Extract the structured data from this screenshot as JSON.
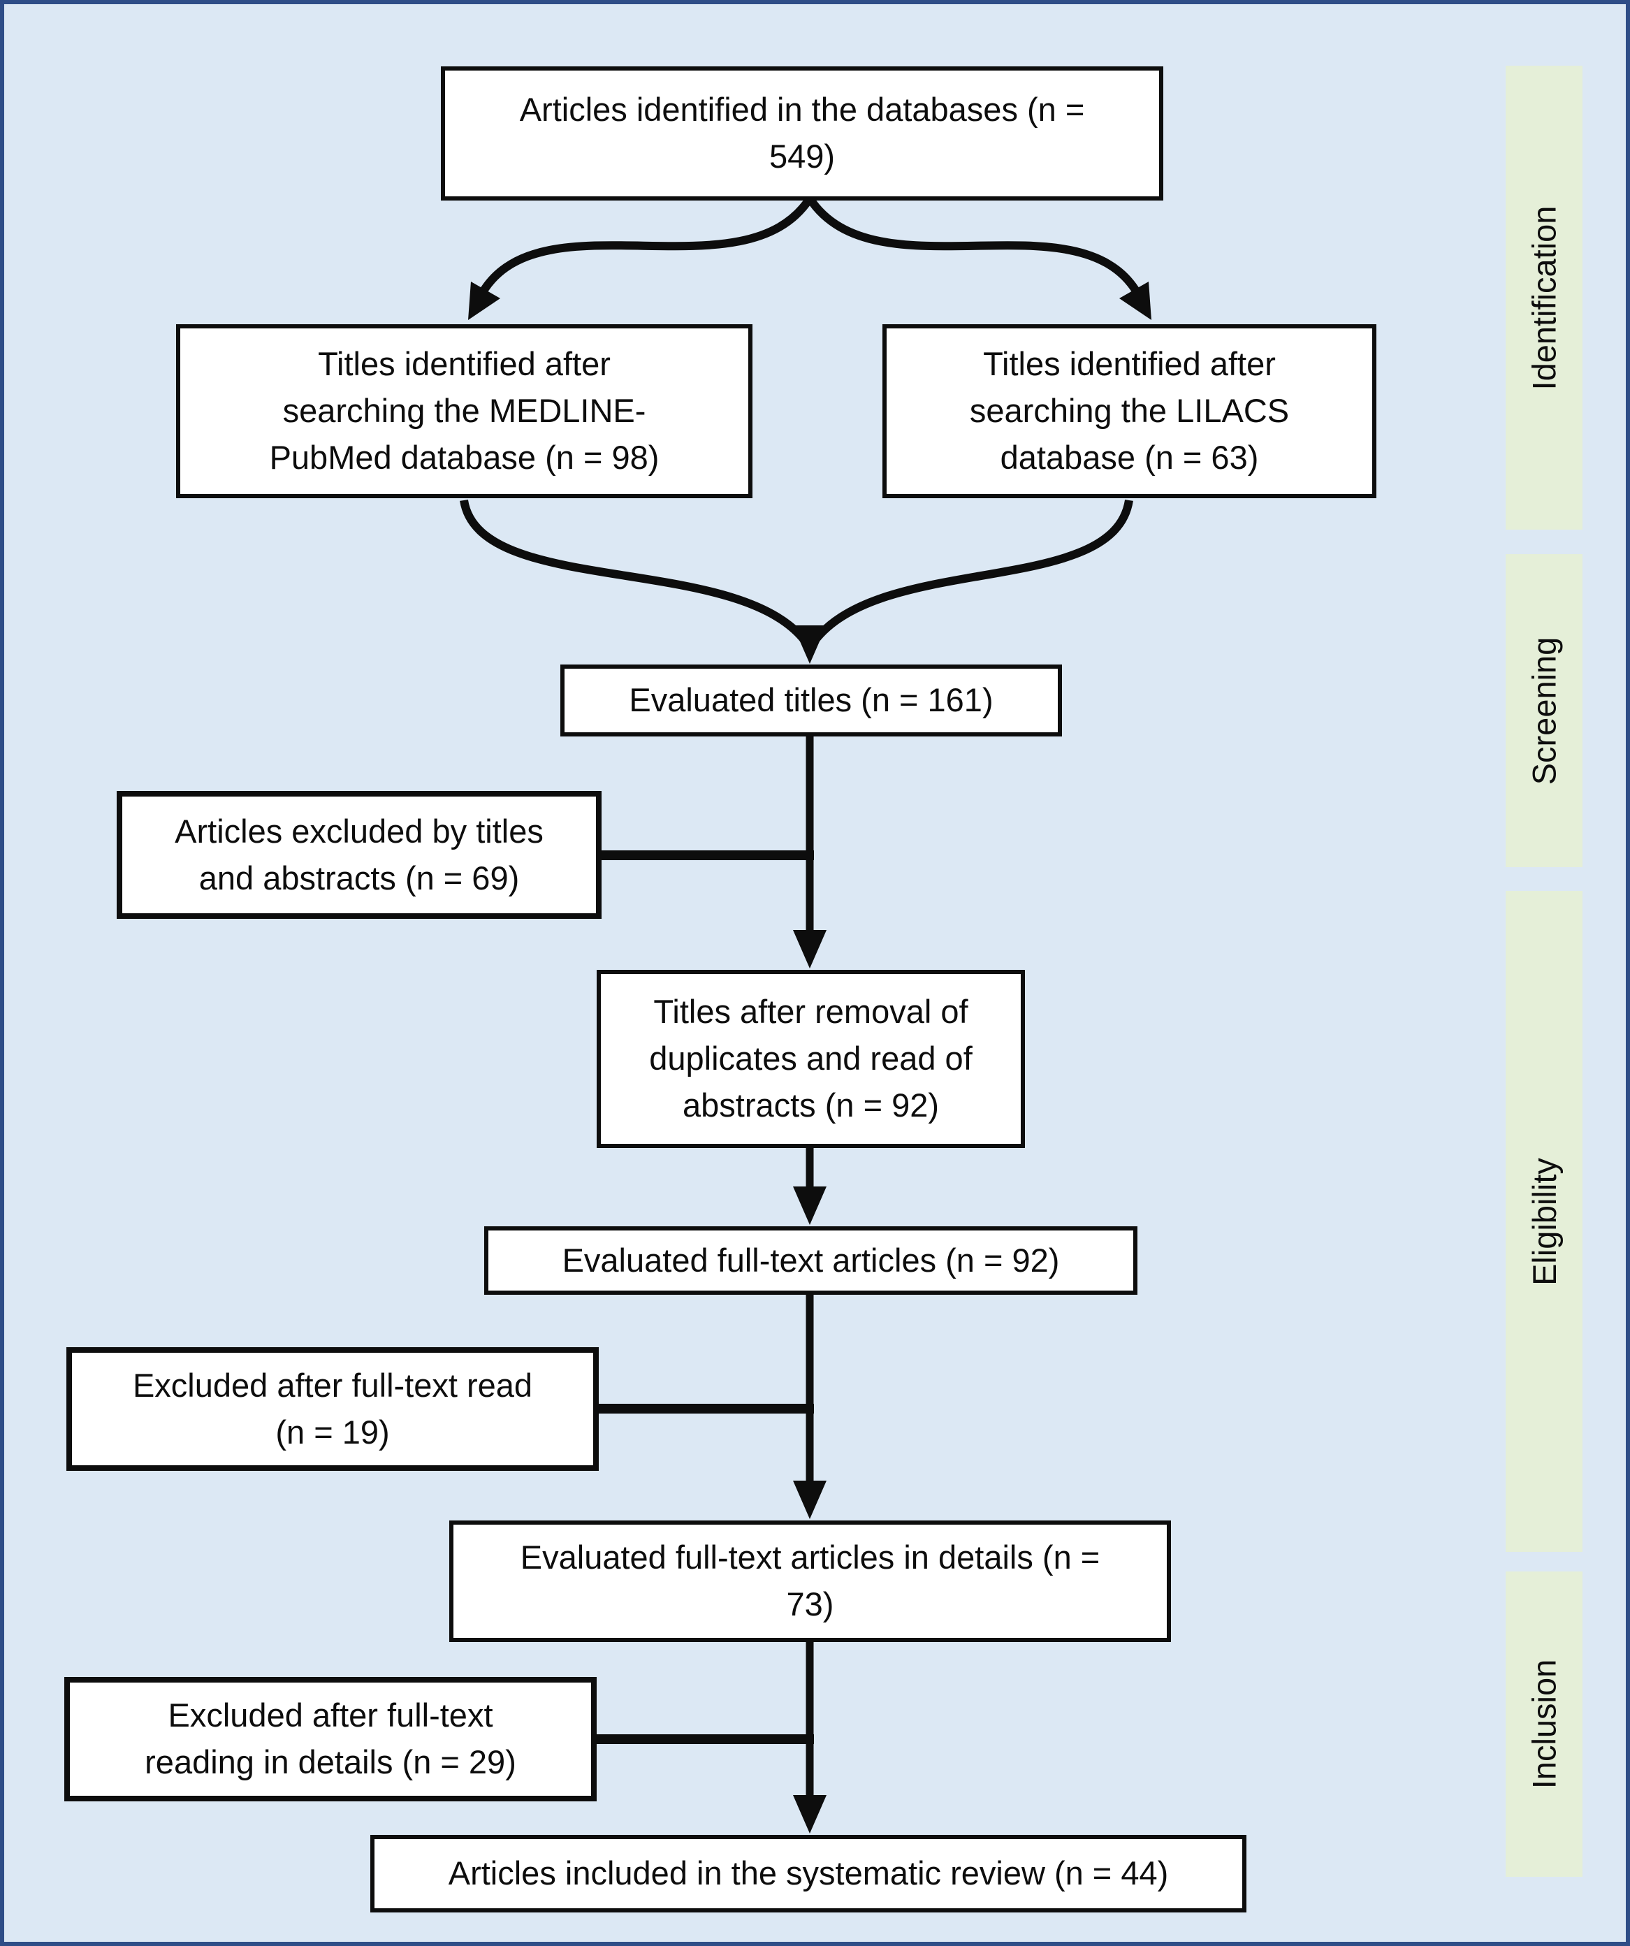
{
  "diagram": {
    "boxes": {
      "identified": "Articles identified in the databases (n =\n549)",
      "medline": "Titles identified after\nsearching the MEDLINE-\nPubMed database (n = 98)",
      "lilacs": "Titles identified after\nsearching the LILACS\ndatabase (n = 63)",
      "evaluated_titles": "Evaluated titles (n = 161)",
      "excluded_titles": "Articles excluded by titles\nand abstracts (n = 69)",
      "titles_removal": "Titles after removal of\nduplicates and read of\nabstracts  (n = 92)",
      "evaluated_fulltext": "Evaluated full-text articles (n = 92)",
      "excluded_fulltext": "Excluded after full-text read\n(n = 19)",
      "evaluated_details": "Evaluated full-text articles in details (n =\n73)",
      "excluded_details": "Excluded after full-text\nreading in details (n = 29)",
      "included": "Articles included in the systematic review (n = 44)"
    },
    "stages": [
      {
        "label": "Identification"
      },
      {
        "label": "Screening"
      },
      {
        "label": "Eligibility"
      },
      {
        "label": "Inclusion"
      }
    ],
    "colors": {
      "background": "#dce8f4",
      "frame": "#2e4d87",
      "stage_band": "#e5efd8",
      "box_fill": "#ffffff",
      "box_border": "#0d0d0d",
      "arrow": "#0d0d0d"
    }
  }
}
